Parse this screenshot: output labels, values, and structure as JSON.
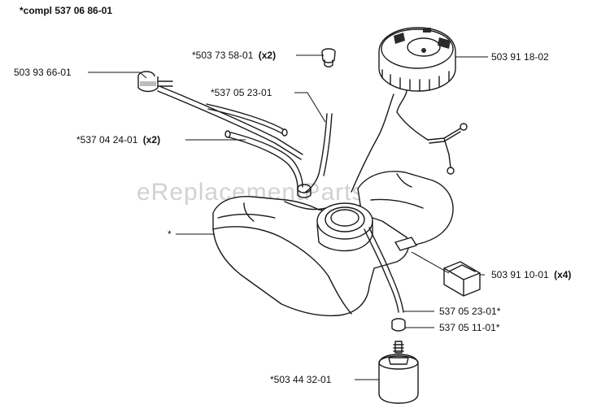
{
  "title": "*compl 537 06 86-01",
  "watermark": "eReplacementParts.com",
  "callouts": {
    "fuel_filter_hose_left": "503 93 66-01",
    "grommet": {
      "number": "*503 73 58-01",
      "qty": "(x2)"
    },
    "hose_upper": "*537 05 23-01",
    "fuel_hose_pair": {
      "number": "*537 04 24-01",
      "qty": "(x2)"
    },
    "tank": "*",
    "fuel_cap": "503 91 18-02",
    "rubber_mount": {
      "number": "503 91 10-01",
      "qty": "(x4)"
    },
    "hose_lower": "537 05 23-01*",
    "grommet_lower": "537 05 11-01*",
    "fuel_filter": "*503 44 32-01"
  }
}
